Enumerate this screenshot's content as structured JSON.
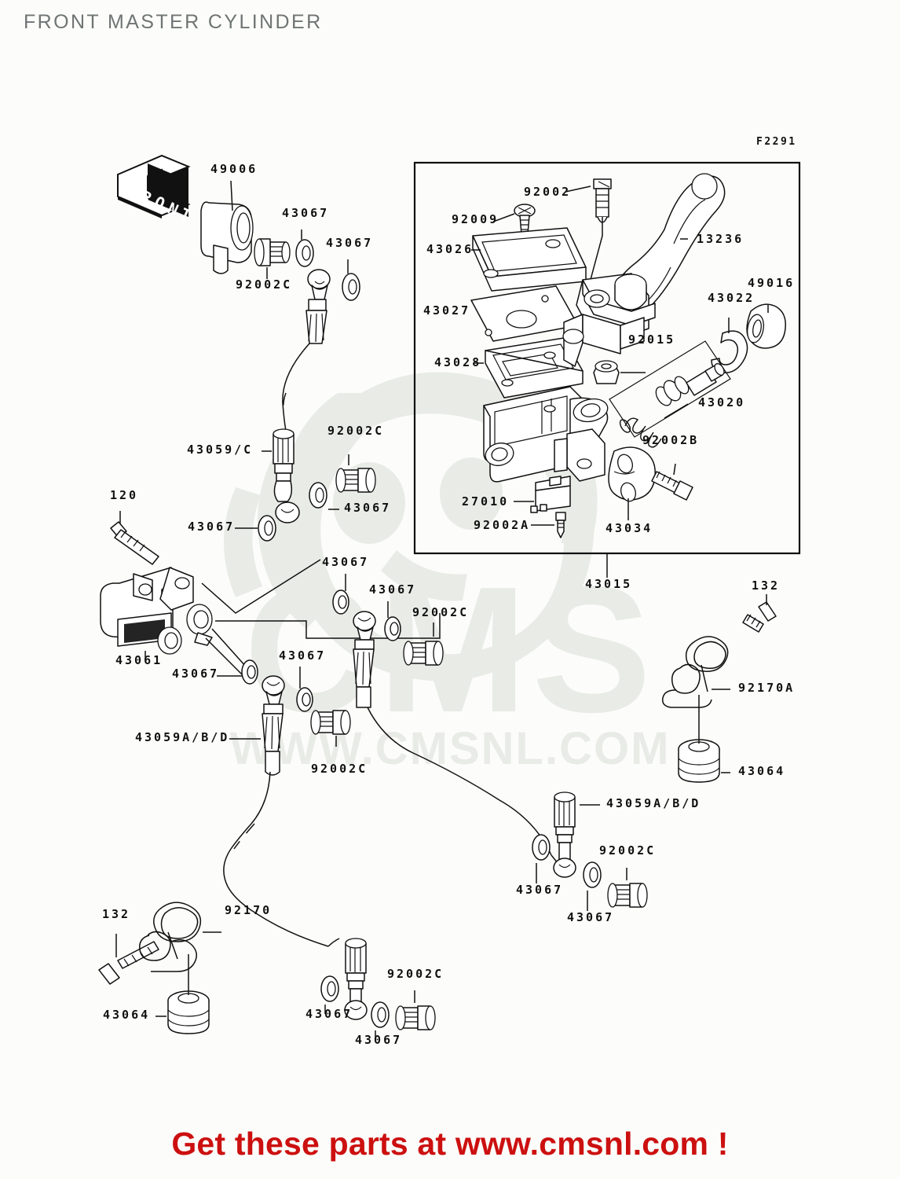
{
  "page": {
    "title": "FRONT MASTER CYLINDER",
    "diagram_ref": "F2291",
    "footer_cta": "Get these parts at www.cmsnl.com !",
    "orientation_marker": "FRONT",
    "watermark_text": "WWW.CMSNL.COM",
    "watermark_logo": "CMS",
    "colors": {
      "background": "#fcfdfa",
      "title": "#6f7474",
      "line": "#111111",
      "footer": "#cc1010",
      "watermark": "#e9ebe6"
    }
  },
  "labels": {
    "banjo_bolt_upper": "49006",
    "bolt_92002c_top": "92002C",
    "washer_43067_a": "43067",
    "washer_43067_b": "43067",
    "hose_43059c": "43059/C",
    "bolt_92002c_mid": "92002C",
    "washer_43067_c": "43067",
    "washer_43067_d": "43067",
    "bolt_120": "120",
    "bracket_43061": "43061",
    "washer_43067_e": "43067",
    "washer_43067_f": "43067",
    "washer_43067_g": "43067",
    "washer_43067_h": "43067",
    "washer_43067_i": "43067",
    "bolt_92002c_right": "92002C",
    "hose_43059abd_left": "43059A/B/D",
    "bolt_92002c_lowleft": "92002C",
    "assembly_43015": "43015",
    "bolt_132_right": "132",
    "clamp_92170a": "92170A",
    "grommet_43064_right": "43064",
    "hose_43059abd_right": "43059A/B/D",
    "washer_43067_j": "43067",
    "washer_43067_k": "43067",
    "bolt_92002c_lowright": "92002C",
    "bolt_132_left": "132",
    "clamp_92170": "92170",
    "grommet_43064_left": "43064",
    "washer_43067_l": "43067",
    "washer_43067_m": "43067",
    "bolt_92002c_bottom": "92002C"
  },
  "inset": {
    "screw_92002": "92002",
    "screw_92009": "92009",
    "cap_43026": "43026",
    "plate_43027": "43027",
    "diaphragm_43028": "43028",
    "lever_13236": "13236",
    "nut_92015": "92015",
    "circlip_43022": "43022",
    "boot_49016": "49016",
    "piston_kit_43020": "43020",
    "bolt_92002b": "92002B",
    "holder_43034": "43034",
    "switch_27010": "27010",
    "screw_92002a": "92002A"
  }
}
